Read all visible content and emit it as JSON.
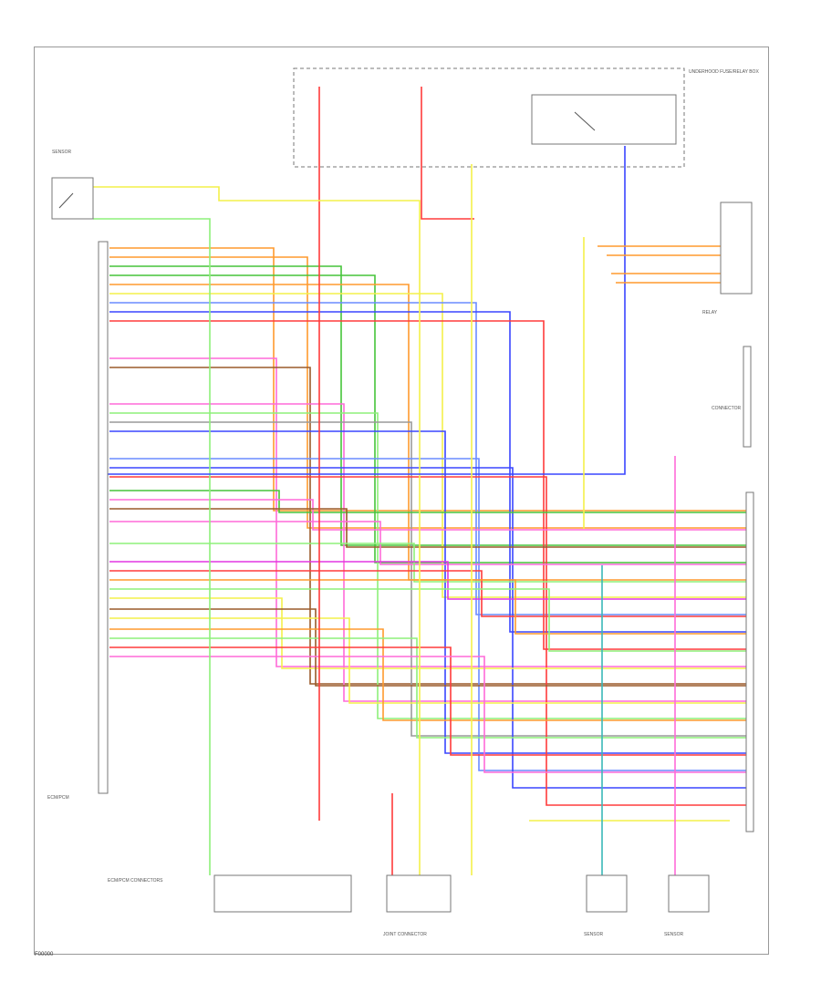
{
  "diagram": {
    "page_id": "F00000",
    "caption_fuse_box": "UNDERHOOD FUSE/RELAY BOX",
    "caption_ecm": "ECM/PCM",
    "caption_connectors_bottom_left": "ECM/PCM CONNECTORS",
    "caption_bottom_center": "JOINT CONNECTOR",
    "caption_bottom_right_a": "SENSOR",
    "caption_bottom_right_b": "SENSOR",
    "caption_sensor_top_left": "SENSOR",
    "caption_relay_right": "RELAY",
    "caption_connector_right": "CONNECTOR",
    "wire_colors": {
      "red": "#ff3b3b",
      "orange": "#ff9a2e",
      "yellow": "#f4f04a",
      "green": "#46c43a",
      "light_green": "#8ef07a",
      "blue": "#3a46ff",
      "light_blue": "#6a8cff",
      "pink": "#ff6ad9",
      "magenta": "#e236e2",
      "brown": "#9a5a2a",
      "gray": "#9a9a9a",
      "black": "#333333",
      "violet": "#b87cff",
      "teal": "#3ab7b7"
    }
  }
}
